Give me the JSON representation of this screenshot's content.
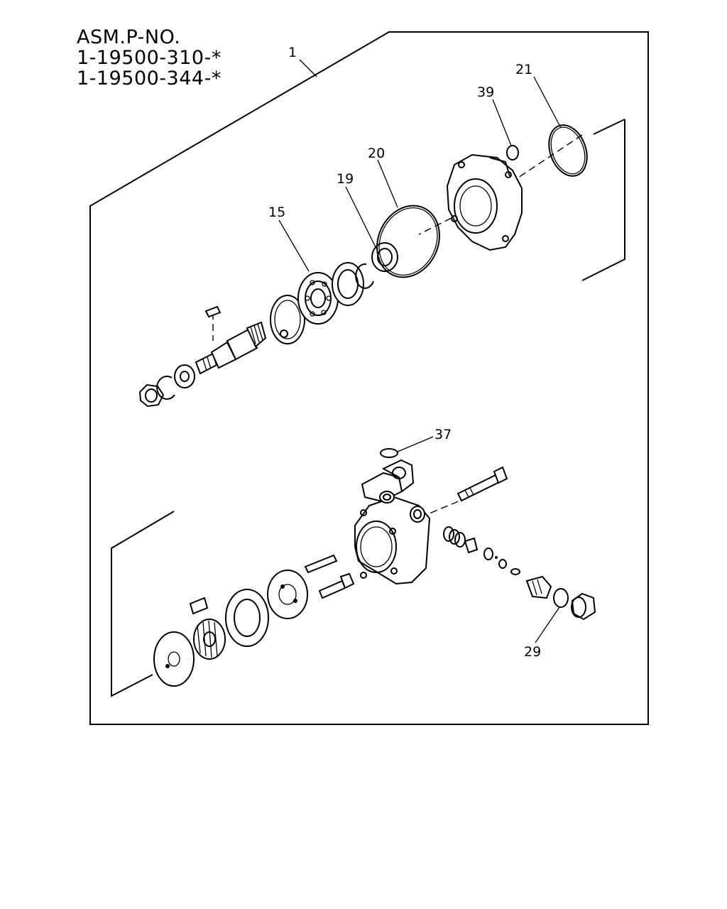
{
  "header": {
    "line1": "ASM.P-NO.",
    "line2": "1-19500-310-*",
    "line3": "1-19500-344-*"
  },
  "callouts": {
    "c1": "1",
    "c15": "15",
    "c19": "19",
    "c20": "20",
    "c21": "21",
    "c39": "39",
    "c37": "37",
    "c29": "29"
  }
}
